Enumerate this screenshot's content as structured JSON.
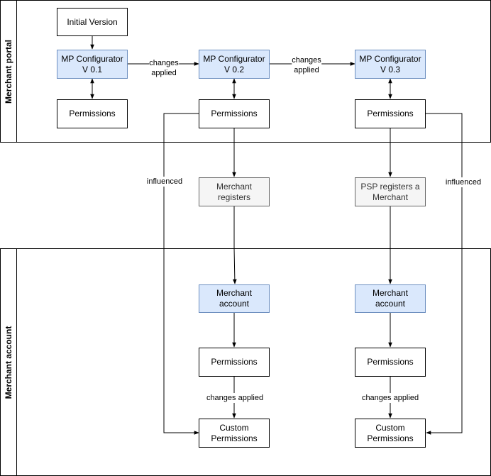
{
  "lanes": {
    "portal": "Merchant portal",
    "account": "Merchant account"
  },
  "nodes": {
    "initial_version": "Initial Version",
    "configurator_v01": "MP Configurator\nV 0.1",
    "configurator_v02": "MP Configurator\nV 0.2",
    "configurator_v03": "MP Configurator\nV 0.3",
    "permissions_v01": "Permissions",
    "permissions_v02": "Permissions",
    "permissions_v03": "Permissions",
    "merchant_registers": "Merchant\nregisters",
    "psp_registers": "PSP registers a\nMerchant",
    "merchant_account_left": "Merchant\naccount",
    "merchant_account_right": "Merchant\naccount",
    "account_permissions_left": "Permissions",
    "account_permissions_right": "Permissions",
    "custom_permissions_left": "Custom\nPermissions",
    "custom_permissions_right": "Custom\nPermissions"
  },
  "edge_labels": {
    "v01_to_v02": "changes\napplied",
    "v02_to_v03": "changes\napplied",
    "influenced_left": "influenced",
    "influenced_right": "influenced",
    "changes_applied_left": "changes applied",
    "changes_applied_right": "changes applied"
  },
  "colors": {
    "configurator_fill": "#dae8fc",
    "configurator_stroke": "#6c8ebf",
    "registration_fill": "#f5f5f5",
    "registration_stroke": "#666666"
  }
}
